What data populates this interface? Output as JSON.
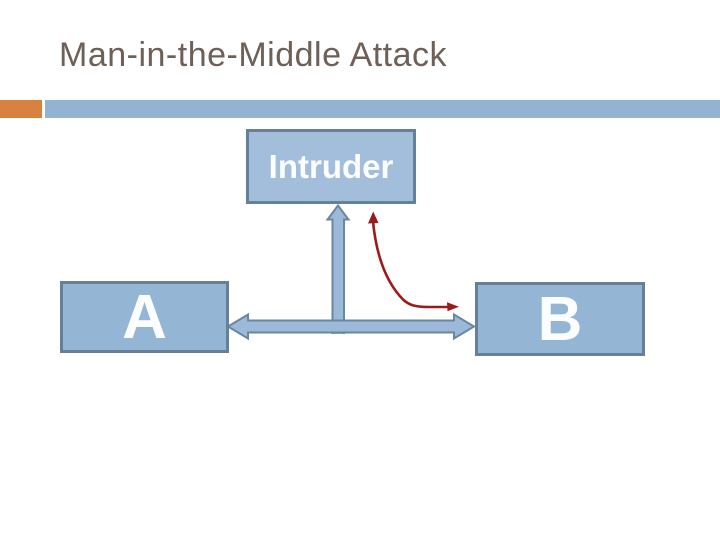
{
  "slide": {
    "title": "Man-in-the-Middle Attack",
    "nodes": {
      "intruder": "Intruder",
      "node_a": "A",
      "node_b": "B"
    },
    "diagram": {
      "connections": [
        "intruder-to-link-vertical-arrow",
        "a-b-double-headed-arrow",
        "red-intercept-curved-arrow-from-intruder-to-b"
      ]
    },
    "colors": {
      "title_text": "#6e6057",
      "accent_orange": "#d9823f",
      "accent_blue": "#92b4d2",
      "node_fill": "#95b5d5",
      "intruder_fill": "#a3bedb",
      "node_border": "#66809a",
      "node_text": "#fcfdfe",
      "connector_fill": "#9cb9d8",
      "connector_stroke": "#6886a5",
      "red_arrow": "#9b1b1b",
      "background": "#ffffff"
    }
  }
}
